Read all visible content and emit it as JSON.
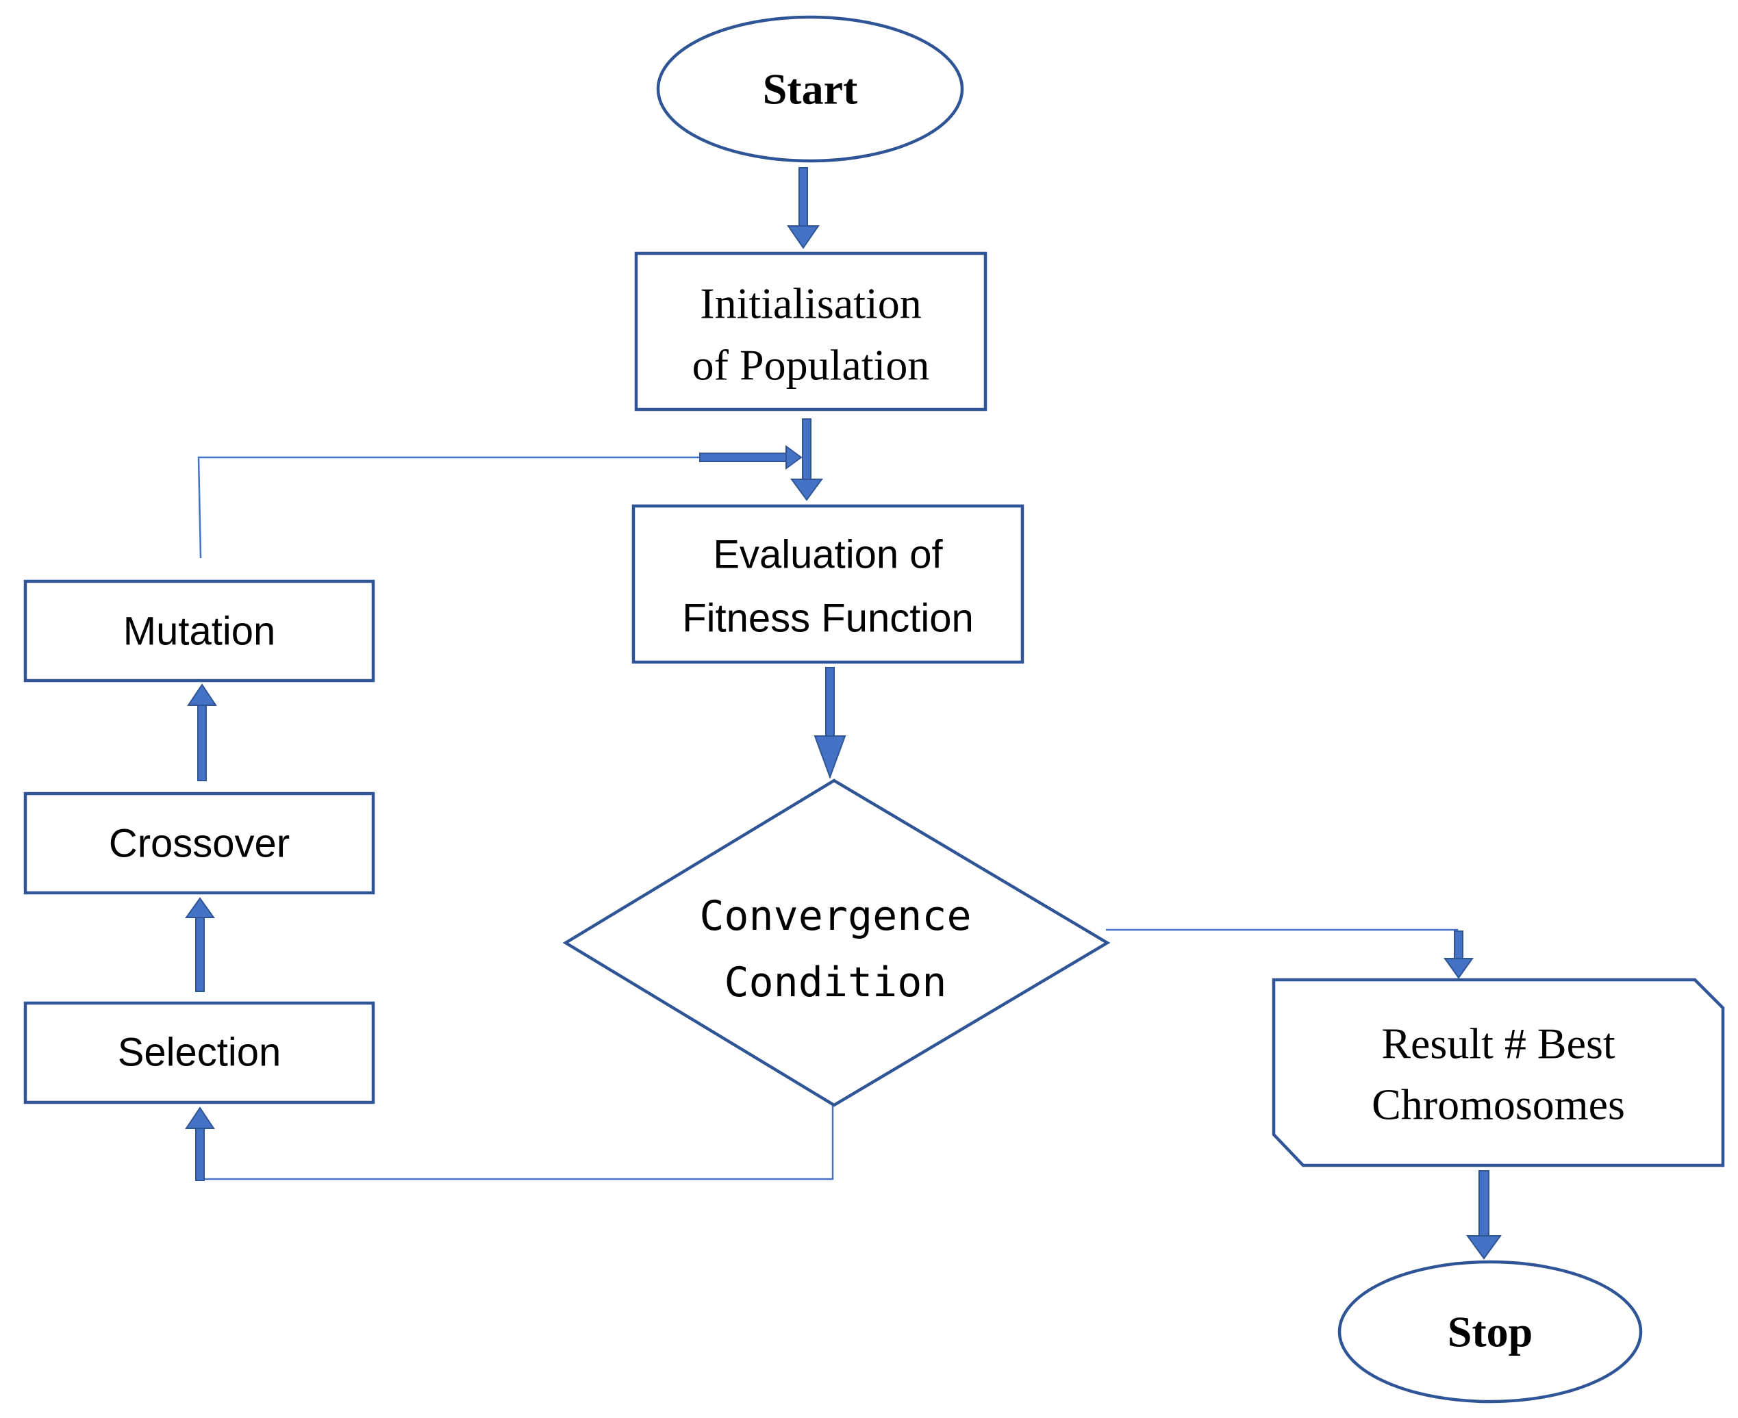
{
  "diagram": {
    "type": "flowchart",
    "colors": {
      "stroke": "#2f5597",
      "arrow": "#4472c4",
      "text": "#000000"
    },
    "nodes": {
      "start": {
        "shape": "ellipse",
        "label": "Start"
      },
      "init": {
        "shape": "rectangle",
        "lines": [
          "Initialisation",
          "of Population"
        ]
      },
      "eval": {
        "shape": "rectangle",
        "lines": [
          "Evaluation of",
          "Fitness Function"
        ]
      },
      "converge": {
        "shape": "diamond",
        "lines": [
          "Convergence",
          "Condition"
        ]
      },
      "mutation": {
        "shape": "rectangle",
        "label": "Mutation"
      },
      "crossover": {
        "shape": "rectangle",
        "label": "Crossover"
      },
      "selection": {
        "shape": "rectangle",
        "label": "Selection"
      },
      "result": {
        "shape": "snipped-rectangle",
        "lines": [
          "Result # Best",
          "Chromosomes"
        ]
      },
      "stop": {
        "shape": "ellipse",
        "label": "Stop"
      }
    },
    "edges": [
      {
        "from": "Start",
        "to": "Initialisation of Population"
      },
      {
        "from": "Initialisation of Population",
        "to": "Evaluation of Fitness Function"
      },
      {
        "from": "Evaluation of Fitness Function",
        "to": "Convergence Condition"
      },
      {
        "from": "Convergence Condition",
        "to": "Result # Best Chromosomes"
      },
      {
        "from": "Convergence Condition",
        "to": "Selection"
      },
      {
        "from": "Selection",
        "to": "Crossover"
      },
      {
        "from": "Crossover",
        "to": "Mutation"
      },
      {
        "from": "Mutation",
        "to": "Evaluation of Fitness Function"
      },
      {
        "from": "Result # Best Chromosomes",
        "to": "Stop"
      }
    ]
  }
}
